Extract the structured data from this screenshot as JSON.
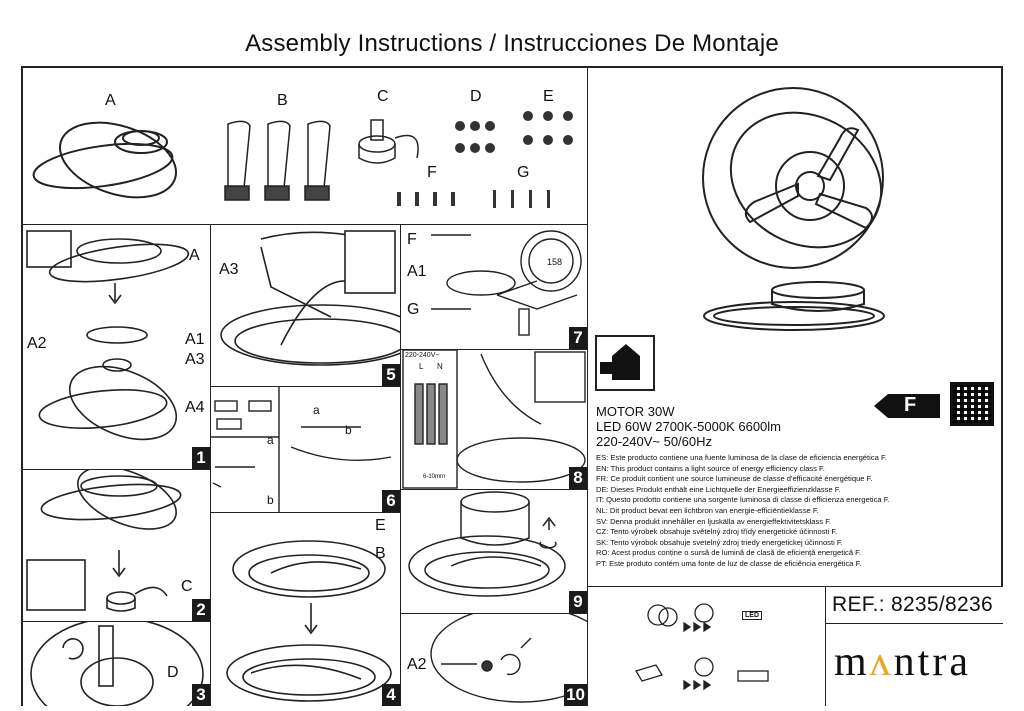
{
  "page": {
    "title": "Assembly Instructions / Instrucciones De Montaje"
  },
  "parts": {
    "A": "A",
    "B": "B",
    "C": "C",
    "D": "D",
    "E": "E",
    "F": "F",
    "G": "G"
  },
  "steps": {
    "s1": {
      "number": "1",
      "labels": [
        "A",
        "A2",
        "A1",
        "A3",
        "A4"
      ]
    },
    "s2": {
      "number": "2",
      "labels": [
        "C"
      ]
    },
    "s3": {
      "number": "3",
      "labels": [
        "D"
      ]
    },
    "s4": {
      "number": "4",
      "labels": [
        "E",
        "B"
      ]
    },
    "s5": {
      "number": "5",
      "labels": [
        "A3"
      ]
    },
    "s6": {
      "number": "6",
      "labels": [
        "a",
        "b",
        "a",
        "b"
      ]
    },
    "s7": {
      "number": "7",
      "labels": [
        "F",
        "A1",
        "G"
      ],
      "dimension": "158"
    },
    "s8": {
      "number": "8",
      "labels": [
        "220-240V~",
        "L",
        "N",
        "6-10mm"
      ]
    },
    "s9": {
      "number": "9"
    },
    "s10": {
      "number": "10",
      "labels": [
        "A2"
      ]
    }
  },
  "spec": {
    "motor": "MOTOR 30W",
    "led": "LED 60W 2700K-5000K 6600lm",
    "voltage": "220-240V~ 50/60Hz",
    "energy_class": "F"
  },
  "energy_statements": [
    "ES: Este producto contiene una fuente luminosa de la clase de eficiencia energética F.",
    "EN: This product contains a light source of energy efficiency class F.",
    "FR: Ce produit contient une source lumineuse de classe d'efficacité énergétique F.",
    "DE: Dieses Produkt enthält eine Lichtquelle der Energieeffizienzklasse F.",
    "IT: Questo prodotto contiene una sorgente luminosa di classe di efficienza energetica F.",
    "NL: Dit product bevat een lichtbron van energie-efficiëntieklasse F.",
    "SV: Denna produkt innehåller en ljuskälla av energieffektivitetsklass F.",
    "CZ: Tento výrobek obsahuje světelný zdroj třídy energetické účinnosti F.",
    "SK: Tento výrobok obsahuje svetelný zdroj triedy energetickej účinnosti F.",
    "RO: Acest produs conține o sursă de lumină de clasă de eficiență energetică F.",
    "PT: Este produto contém uma fonte de luz de classe de eficiência energética F."
  ],
  "recycling": {
    "led_label": "LED"
  },
  "reference": "REF.: 8235/8236",
  "brand": {
    "prefix": "m",
    "accent": "ʌ",
    "suffix": "ntra",
    "accent_color": "#e8a71c"
  }
}
